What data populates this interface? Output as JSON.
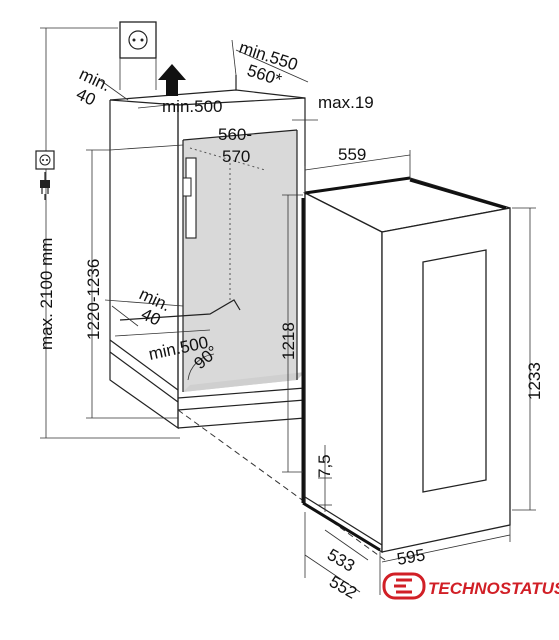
{
  "dimensions": {
    "niche_depth_min": "min.550",
    "niche_depth_alt": "560*",
    "vent_top_min_a": "min.",
    "vent_top_min_b": "40",
    "top_opening_min": "min.500",
    "gap_max": "max.19",
    "niche_width_a": "560-",
    "niche_width_b": "570",
    "appliance_width": "559",
    "total_height_max": "max. 2100 mm",
    "niche_height": "1220-1236",
    "vent_bottom_min_a": "min.",
    "vent_bottom_min_b": "40",
    "bottom_opening_min": "min.500",
    "door_angle": "90°",
    "appliance_height_body": "1218",
    "appliance_height_total": "1233",
    "plinth_gap": "7,5",
    "depth_body": "533",
    "depth_total": "552",
    "door_width": "595"
  },
  "brand": {
    "name": "TECHNOSTATUS",
    "logo_color": "#d11f26"
  },
  "icons": [
    "socket-icon",
    "plug-icon",
    "airflow-arrow-icon"
  ]
}
